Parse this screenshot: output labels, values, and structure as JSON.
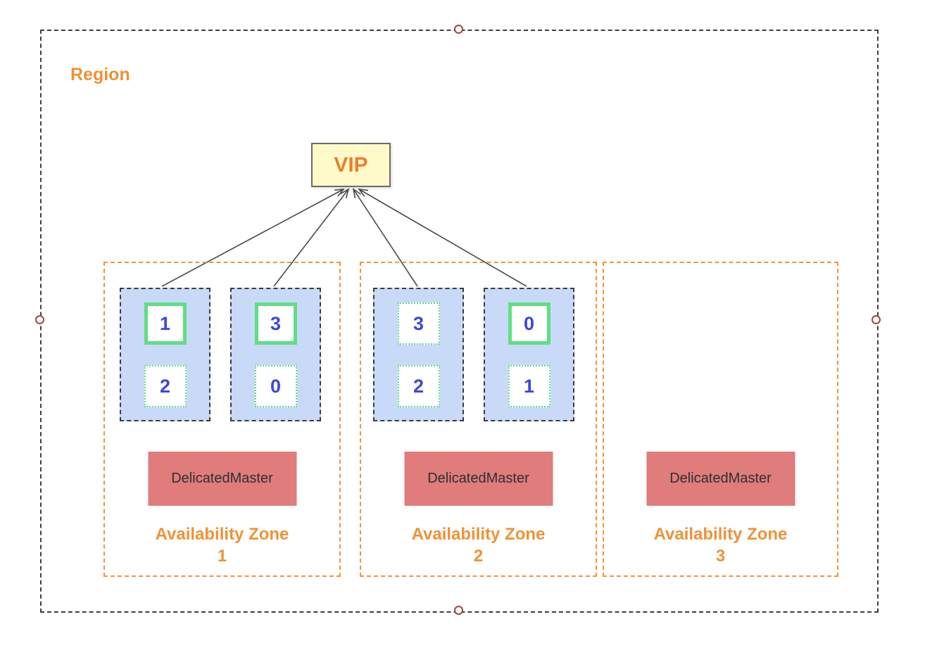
{
  "region": {
    "label": "Region"
  },
  "vip": {
    "label": "VIP"
  },
  "zones": [
    {
      "label_line1": "Availability Zone",
      "label_line2": "1",
      "master_label": "DelicatedMaster",
      "nodes": [
        {
          "slots": [
            {
              "num": "1",
              "role": "primary"
            },
            {
              "num": "2",
              "role": "replica"
            }
          ]
        },
        {
          "slots": [
            {
              "num": "3",
              "role": "primary"
            },
            {
              "num": "0",
              "role": "replica"
            }
          ]
        }
      ]
    },
    {
      "label_line1": "Availability Zone",
      "label_line2": "2",
      "master_label": "DelicatedMaster",
      "nodes": [
        {
          "slots": [
            {
              "num": "3",
              "role": "replica"
            },
            {
              "num": "2",
              "role": "replica"
            }
          ]
        },
        {
          "slots": [
            {
              "num": "0",
              "role": "primary"
            },
            {
              "num": "1",
              "role": "replica"
            }
          ]
        }
      ]
    },
    {
      "label_line1": "Availability Zone",
      "label_line2": "3",
      "master_label": "DelicatedMaster",
      "nodes": []
    }
  ],
  "colors": {
    "accent_orange": "#ed9336",
    "zone_border_orange": "#f19437",
    "vip_fill": "#fffbc8",
    "vip_text": "#ed7d31",
    "node_fill": "#c9daf8",
    "slot_green": "#5fdf82",
    "slot_number_blue": "#3d47db",
    "master_fill": "#e07c7c",
    "arrow_gray": "#4a4a4a",
    "handle_maroon": "#9c4740"
  }
}
